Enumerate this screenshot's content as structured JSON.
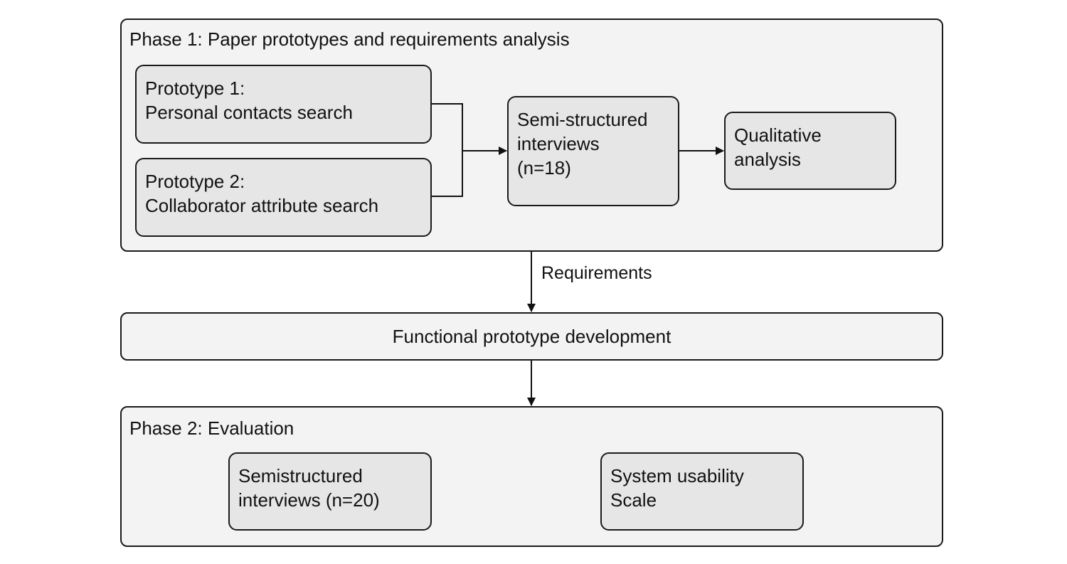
{
  "phase1": {
    "title": "Phase 1: Paper prototypes and requirements analysis",
    "prototype1": {
      "line1": "Prototype 1:",
      "line2": "Personal contacts search"
    },
    "prototype2": {
      "line1": "Prototype 2:",
      "line2": "Collaborator attribute search"
    },
    "interviews": {
      "line1": "Semi-structured",
      "line2": "interviews",
      "line3": "(n=18)"
    },
    "analysis": {
      "line1": "Qualitative",
      "line2": "analysis"
    }
  },
  "requirements_label": "Requirements",
  "functional": {
    "label": "Functional prototype development"
  },
  "phase2": {
    "title": "Phase 2: Evaluation",
    "interviews": {
      "line1": "Semistructured",
      "line2": "interviews (n=20)"
    },
    "sus": {
      "line1": "System usability",
      "line2": "Scale"
    }
  }
}
